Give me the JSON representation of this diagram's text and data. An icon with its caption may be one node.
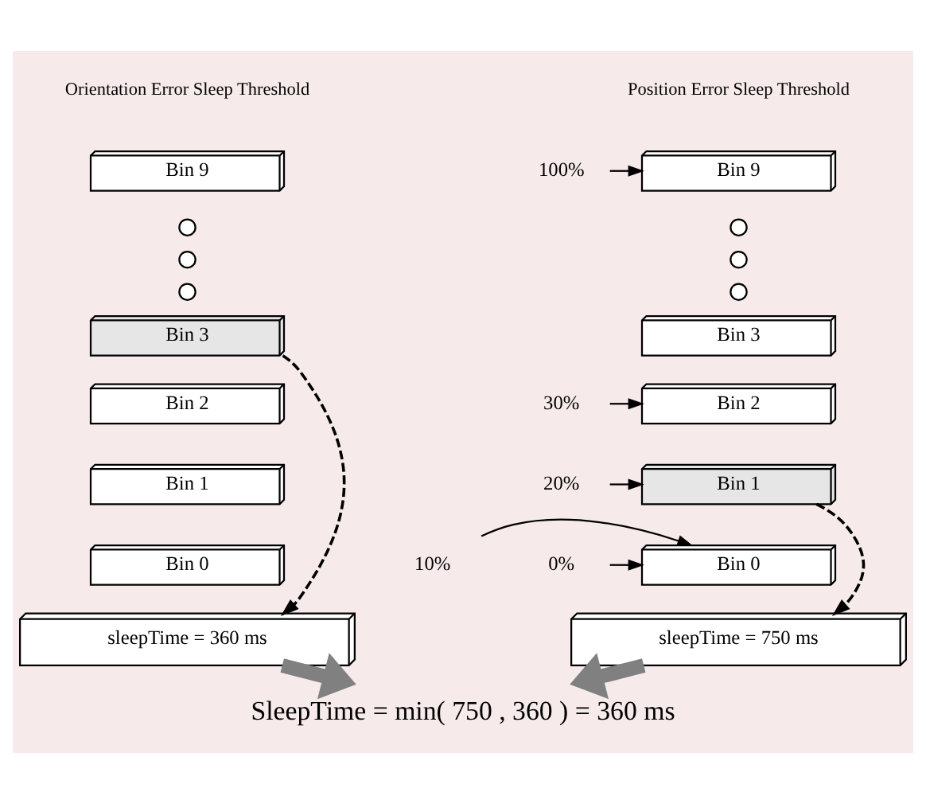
{
  "diagram": {
    "nodes": [
      {
        "text": [
          "100%"
        ]
      },
      {
        "text": [
          "30%"
        ]
      },
      {
        "text": [
          "20%"
        ]
      },
      {
        "text": [
          "10%"
        ]
      },
      {
        "text": [
          "0%"
        ]
      },
      {
        "text": [
          "Bin 9"
        ]
      },
      {
        "text": [],
        "shape": "circle"
      },
      {
        "text": [],
        "shape": "circle"
      },
      {
        "text": [],
        "shape": "circle"
      },
      {
        "text": [
          "Bin 3"
        ]
      },
      {
        "text": [
          "Bin 2"
        ]
      },
      {
        "text": [
          "Bin 1"
        ]
      },
      {
        "text": [
          "Bin 0"
        ]
      },
      {
        "text": [
          "Bin 9"
        ]
      },
      {
        "text": [],
        "shape": "circle"
      },
      {
        "text": [],
        "shape": "circle"
      },
      {
        "text": [],
        "shape": "circle"
      },
      {
        "text": [
          "Bin 3"
        ]
      },
      {
        "text": [
          "Bin 2"
        ]
      },
      {
        "text": [
          "Bin 1"
        ]
      },
      {
        "text": [
          "Bin 0"
        ]
      },
      {
        "text": [
          "sleepTime = 750 ms"
        ]
      },
      {
        "text": [
          "sleepTime = 360 ms"
        ]
      },
      {
        "text": [
          "SleepTime = min( 750 , 360 ) = 360 ms"
        ]
      }
    ],
    "edges": [
      {
        "from": 0,
        "to": 5,
        "arrow": "to"
      },
      {
        "from": 1,
        "to": 10,
        "arrow": "to"
      },
      {
        "from": 2,
        "to": 11,
        "arrow": "to"
      },
      {
        "from": 3,
        "to": 12,
        "arrow": "to"
      },
      {
        "from": 4,
        "to": 12,
        "arrow": "to"
      },
      {
        "from": 11,
        "to": 21,
        "arrow": "to",
        "style": "dashed"
      },
      {
        "from": 17,
        "to": 22,
        "arrow": "to",
        "style": "dashed"
      },
      {
        "from": 21,
        "to": 23,
        "arrow": "to",
        "style": "thick",
        "color": "#808080"
      },
      {
        "from": 22,
        "to": 23,
        "arrow": "to",
        "style": "thick",
        "color": "#808080"
      }
    ],
    "labels": [
      "Position Error Sleep Threshold",
      "Orientation Error Sleep Threshold"
    ]
  }
}
